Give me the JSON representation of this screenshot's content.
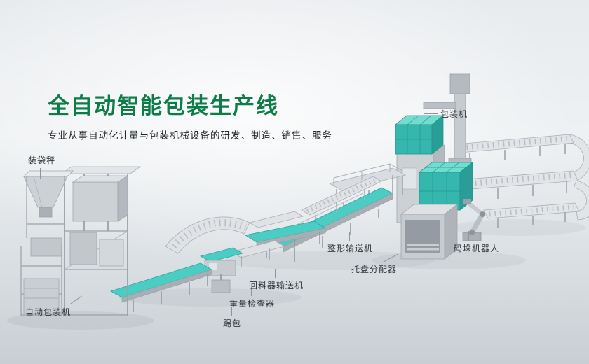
{
  "hero": {
    "title": "全自动智能包装生产线",
    "subtitle": "专业从事自动化计量与包装机械设备的研发、制造、销售、服务"
  },
  "callouts": [
    {
      "id": "bagging-scale",
      "text": "装袋秤"
    },
    {
      "id": "packaging-machine",
      "text": "包装机"
    },
    {
      "id": "auto-bagging-machine",
      "text": "自动包装机"
    },
    {
      "id": "kick-bag",
      "text": "踢包"
    },
    {
      "id": "weight-checker",
      "text": "重量检查器"
    },
    {
      "id": "return-conveyor",
      "text": "回料器输送机"
    },
    {
      "id": "shaping-conveyor",
      "text": "整形输送机"
    },
    {
      "id": "pallet-dispenser",
      "text": "托盘分配器"
    },
    {
      "id": "palletizing-robot",
      "text": "码垛机器人"
    }
  ],
  "colors": {
    "title_green": "#0c7d46",
    "belt_teal": "#4bcdc3",
    "carton_teal_front": "#35b7ad",
    "machine_gray": "#ccd1d6",
    "background_top": "#eef1f3",
    "background_bottom": "#c8ced3"
  }
}
